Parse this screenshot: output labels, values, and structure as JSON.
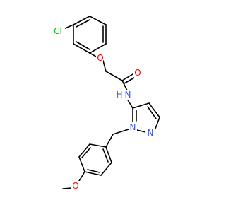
{
  "molecule": {
    "atoms": {
      "cl": {
        "symbol": "Cl",
        "color": "#00c000"
      },
      "o_ether": {
        "symbol": "O",
        "color": "#ff0000"
      },
      "o_carbonyl": {
        "symbol": "O",
        "color": "#ff0000"
      },
      "nh": {
        "symbol": "N",
        "color": "#3050f8"
      },
      "h_amide": {
        "symbol": "H",
        "color": "#3050f8"
      },
      "n1": {
        "symbol": "N",
        "color": "#3050f8"
      },
      "n2": {
        "symbol": "N",
        "color": "#3050f8"
      },
      "o_methoxy": {
        "symbol": "O",
        "color": "#ff0000"
      }
    },
    "bond_color": "#000000",
    "background": "#ffffff"
  }
}
